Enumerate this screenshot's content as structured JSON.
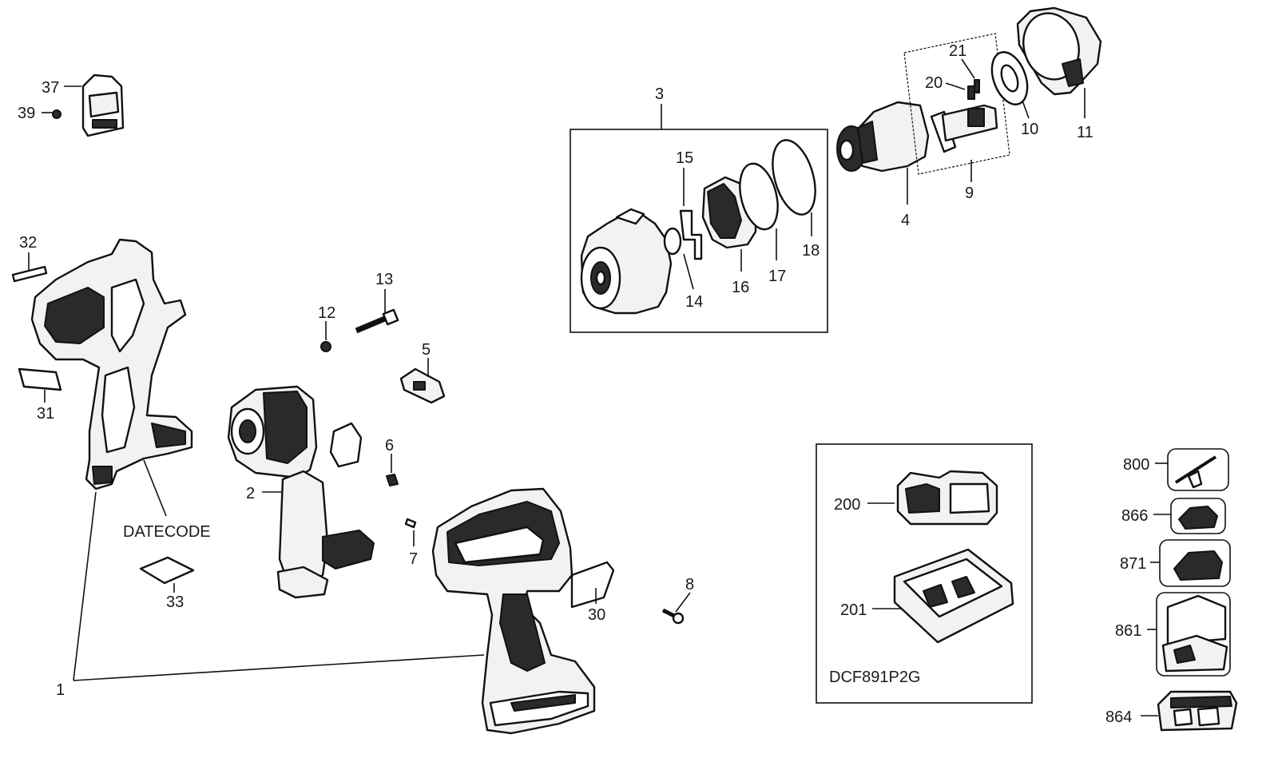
{
  "labels": {
    "p1": "1",
    "p2": "2",
    "p3": "3",
    "p4": "4",
    "p5": "5",
    "p6": "6",
    "p7": "7",
    "p8": "8",
    "p9": "9",
    "p10": "10",
    "p11": "11",
    "p12": "12",
    "p13": "13",
    "p14": "14",
    "p15": "15",
    "p16": "16",
    "p17": "17",
    "p18": "18",
    "p20": "20",
    "p21": "21",
    "p30": "30",
    "p31": "31",
    "p32": "32",
    "p33": "33",
    "p37": "37",
    "p39": "39",
    "p200": "200",
    "p201": "201",
    "p800": "800",
    "p861": "861",
    "p864": "864",
    "p866": "866",
    "p871": "871",
    "datecode": "DATECODE",
    "kit": "DCF891P2G"
  },
  "colors": {
    "line": "#111111",
    "fill_light": "#f2f2f2",
    "fill_dark": "#2a2a2a",
    "background": "#ffffff"
  }
}
